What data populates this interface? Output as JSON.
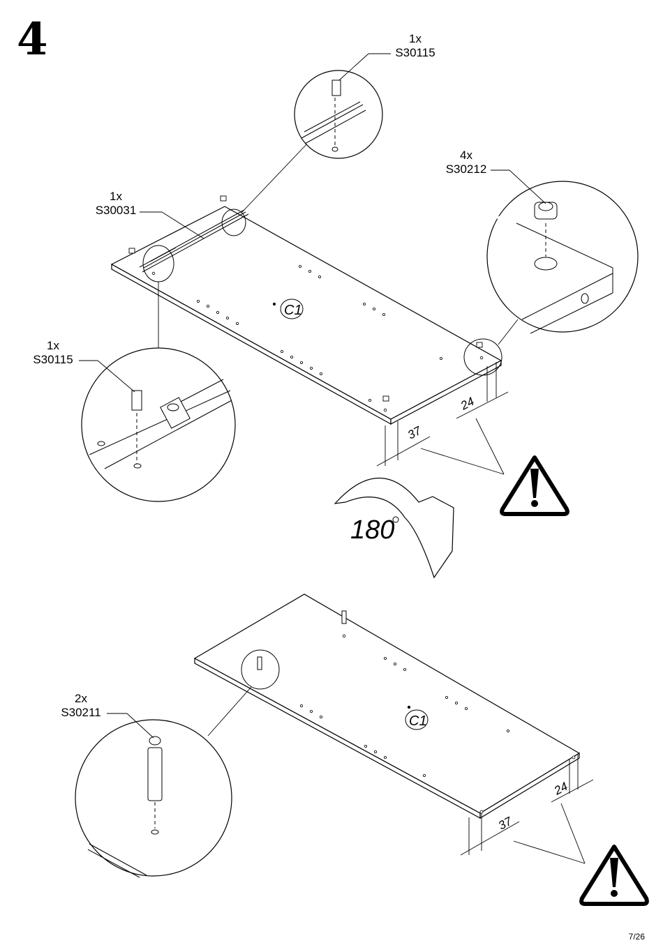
{
  "step_number": "4",
  "page_number": "7/26",
  "rotation_label": "180",
  "panel_label": "C1",
  "callouts": {
    "s30115_top": {
      "qty": "1x",
      "code": "S30115"
    },
    "s30212": {
      "qty": "4x",
      "code": "S30212"
    },
    "s30031": {
      "qty": "1x",
      "code": "S30031"
    },
    "s30115_left": {
      "qty": "1x",
      "code": "S30115"
    },
    "s30211": {
      "qty": "2x",
      "code": "S30211"
    }
  },
  "dimensions": {
    "top_a": "24",
    "top_b": "37",
    "bottom_a": "24",
    "bottom_b": "37"
  },
  "warning_icon": "warning-triangle-icon"
}
